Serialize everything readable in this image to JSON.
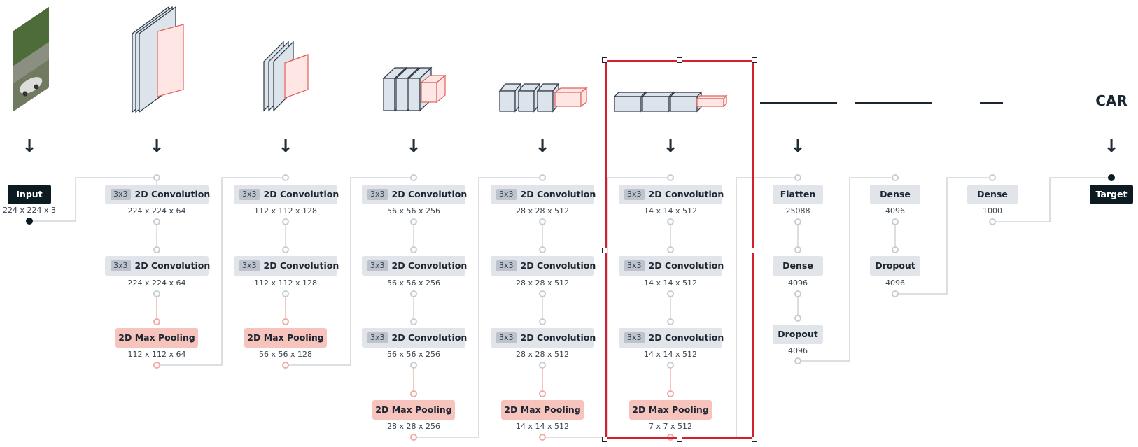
{
  "nodes": {
    "input": {
      "label": "Input",
      "dim": "224 x 224 x 3"
    },
    "target": {
      "label": "Target"
    },
    "prediction": "CAR",
    "kernel": "3x3",
    "conv_label": "2D Convolution",
    "pool_label": "2D Max Pooling",
    "block1": {
      "conv1_dim": "224 x 224 x 64",
      "conv2_dim": "224 x 224 x 64",
      "pool_dim": "112 x 112 x 64"
    },
    "block2": {
      "conv1_dim": "112 x 112 x 128",
      "conv2_dim": "112 x 112 x 128",
      "pool_dim": "56 x 56 x 128"
    },
    "block3": {
      "conv1_dim": "56 x 56 x 256",
      "conv2_dim": "56 x 56 x 256",
      "conv3_dim": "56 x 56 x 256",
      "pool_dim": "28 x 28 x 256"
    },
    "block4": {
      "conv1_dim": "28 x 28 x 512",
      "conv2_dim": "28 x 28 x 512",
      "conv3_dim": "28 x 28 x 512",
      "pool_dim": "14 x 14 x 512"
    },
    "block5": {
      "conv1_dim": "14 x 14 x 512",
      "conv2_dim": "14 x 14 x 512",
      "conv3_dim": "14 x 14 x 512",
      "pool_dim": "7 x 7 x 512"
    },
    "head1": {
      "flatten_label": "Flatten",
      "flatten_dim": "25088",
      "dense_label": "Dense",
      "dense_dim": "4096",
      "dropout_label": "Dropout",
      "dropout_dim": "4096"
    },
    "head2": {
      "dense_label": "Dense",
      "dense_dim": "4096",
      "dropout_label": "Dropout",
      "dropout_dim": "4096"
    },
    "head3": {
      "dense_label": "Dense",
      "dense_dim": "1000"
    }
  },
  "colors": {
    "conv_fill": "#e1e5ea",
    "pool_fill": "#f7c3bd",
    "dark_fill": "#0c1a22",
    "selection": "#d3202e",
    "wire": "#c8cdd3",
    "wire_pink": "#f2aaa2"
  }
}
